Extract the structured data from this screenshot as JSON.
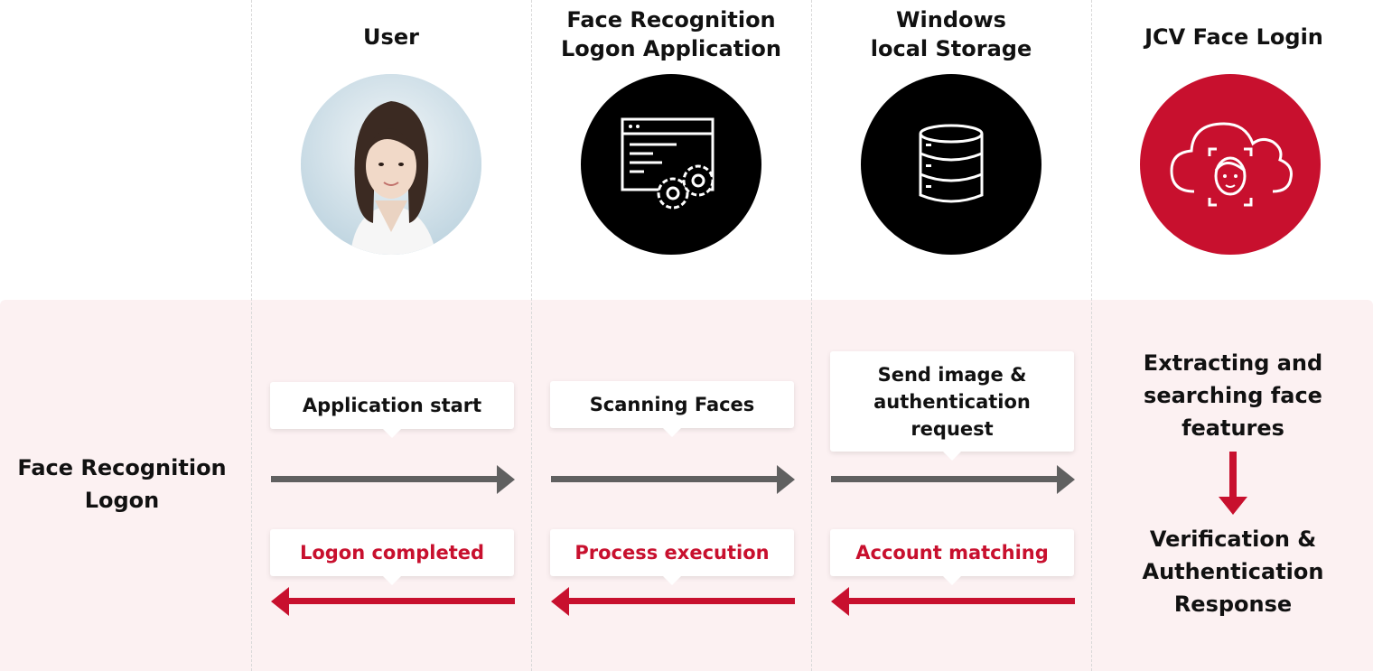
{
  "colors": {
    "accent_red": "#c8102e",
    "arrow_gray": "#606060",
    "band_bg": "#fcf1f2",
    "icon_black": "#000000"
  },
  "columns": [
    {
      "title": "User",
      "icon": "user-photo"
    },
    {
      "title": "Face Recognition\nLogon Application",
      "icon": "app-window-gears-icon"
    },
    {
      "title": "Windows\nlocal Storage",
      "icon": "database-icon"
    },
    {
      "title": "JCV Face Login",
      "icon": "cloud-face-icon"
    }
  ],
  "row_label": "Face Recognition\nLogon",
  "requests": [
    {
      "label": "Application start"
    },
    {
      "label": "Scanning Faces"
    },
    {
      "label": "Send image &\nauthentication\nrequest"
    }
  ],
  "responses": [
    {
      "label": "Logon completed"
    },
    {
      "label": "Process execution"
    },
    {
      "label": "Account matching"
    }
  ],
  "cloud_steps": {
    "step1": "Extracting and\nsearching face\nfeatures",
    "step2": "Verification &\nAuthentication\nResponse"
  }
}
